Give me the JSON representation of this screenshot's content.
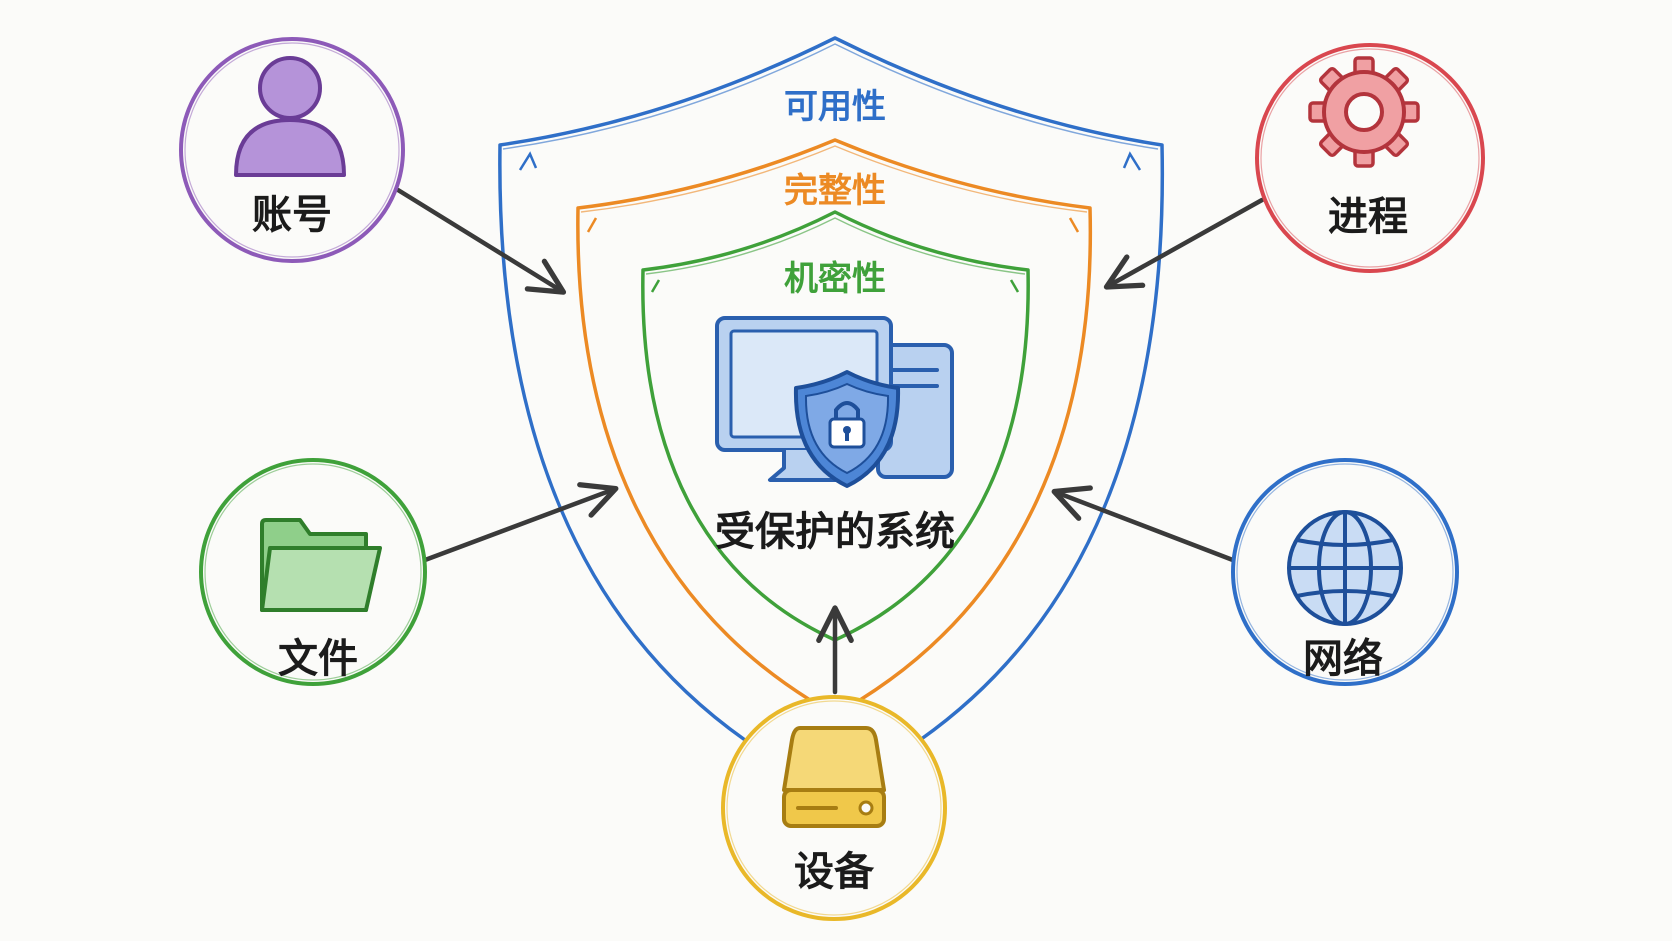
{
  "layers": {
    "availability": {
      "label": "可用性",
      "color": "#2f6fc8"
    },
    "integrity": {
      "label": "完整性",
      "color": "#ec8a24"
    },
    "confidentiality": {
      "label": "机密性",
      "color": "#3fa13a"
    }
  },
  "center": {
    "label": "受保护的系统",
    "icon": "secure-computer-icon",
    "color": "#3b7bd1"
  },
  "nodes": {
    "account": {
      "label": "账号",
      "icon": "user-icon",
      "color": "#8d5ab8"
    },
    "process": {
      "label": "进程",
      "icon": "gear-icon",
      "color": "#d9474f"
    },
    "file": {
      "label": "文件",
      "icon": "folder-icon",
      "color": "#3fa13a"
    },
    "network": {
      "label": "网络",
      "icon": "globe-icon",
      "color": "#2f6fc8"
    },
    "device": {
      "label": "设备",
      "icon": "hard-drive-icon",
      "color": "#e9b829"
    }
  },
  "arrow_color": "#3a3a3a"
}
